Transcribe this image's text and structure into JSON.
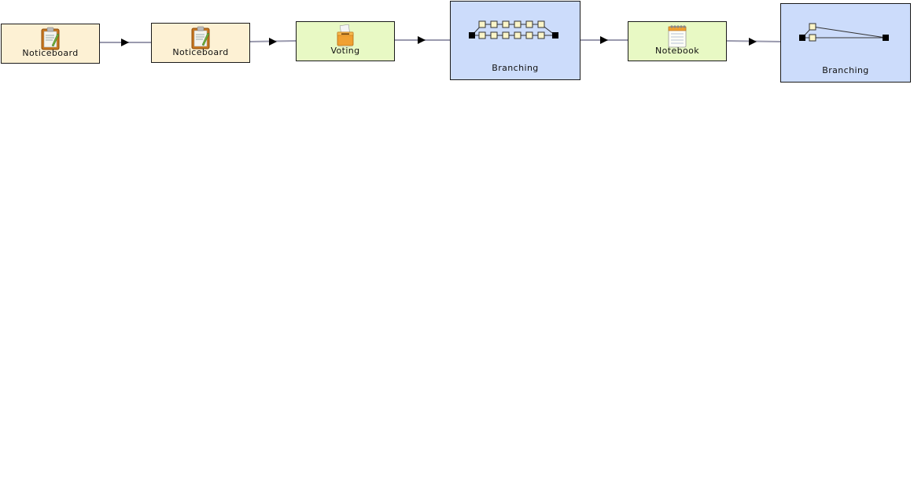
{
  "activities": [
    {
      "label": "Noticeboard",
      "type": "noticeboard",
      "icon": "clipboard-icon"
    },
    {
      "label": "Noticeboard",
      "type": "noticeboard",
      "icon": "clipboard-icon"
    },
    {
      "label": "Voting",
      "type": "voting",
      "icon": "ballot-box-icon"
    },
    {
      "label": "Branching",
      "type": "branching",
      "icon": "branching-icon"
    },
    {
      "label": "Notebook",
      "type": "notebook",
      "icon": "notepad-icon"
    },
    {
      "label": "Branching",
      "type": "branching",
      "icon": "branching-icon"
    }
  ],
  "colors": {
    "noticeboard_fill": "#fdf1d4",
    "tool_fill": "#e8f9c4",
    "branching_fill": "#ccdcfb",
    "connector": "#9a9aae",
    "arrowhead": "#000000"
  }
}
